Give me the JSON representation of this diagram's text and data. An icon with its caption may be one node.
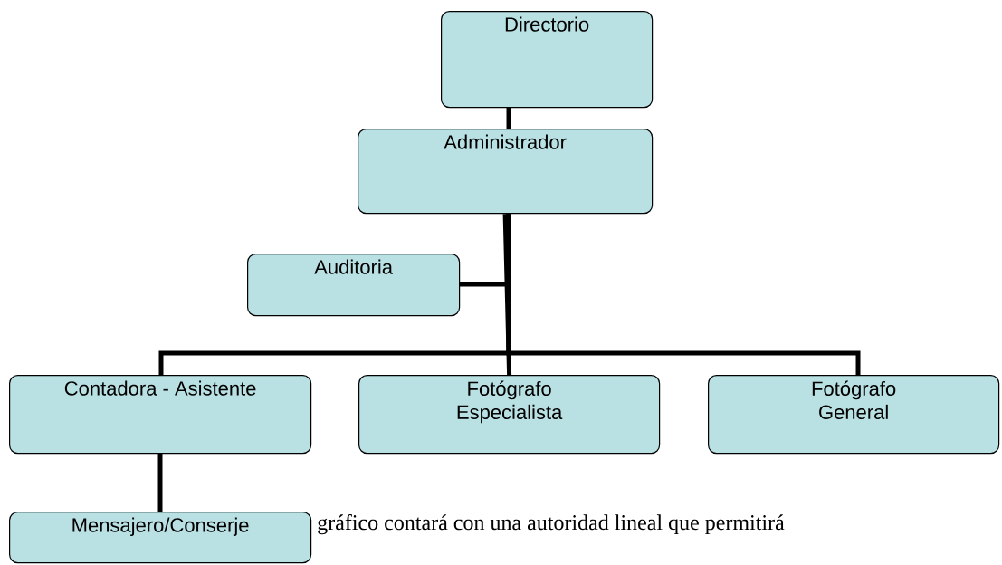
{
  "diagram": {
    "nodes": [
      {
        "text": [
          "Directorio"
        ]
      },
      {
        "text": [
          "Administrador"
        ]
      },
      {
        "text": [
          "Auditoria"
        ]
      },
      {
        "text": [
          "Contadora - Asistente"
        ]
      },
      {
        "text": [
          "Fotógrafo Especialista"
        ]
      },
      {
        "text": [
          "Fotógrafo General"
        ]
      },
      {
        "text": [
          "Mensajero/Conserje"
        ]
      }
    ],
    "edges": [
      {
        "from": 0,
        "to": 1,
        "arrow": "none"
      },
      {
        "from": 1,
        "to": 2,
        "arrow": "none"
      },
      {
        "from": 1,
        "to": 3,
        "arrow": "none"
      },
      {
        "from": 1,
        "to": 4,
        "arrow": "none"
      },
      {
        "from": 1,
        "to": 5,
        "arrow": "none"
      },
      {
        "from": 3,
        "to": 6,
        "arrow": "none"
      }
    ],
    "labels": [
      "gráfico contará con una autoridad lineal que permitirá"
    ]
  }
}
